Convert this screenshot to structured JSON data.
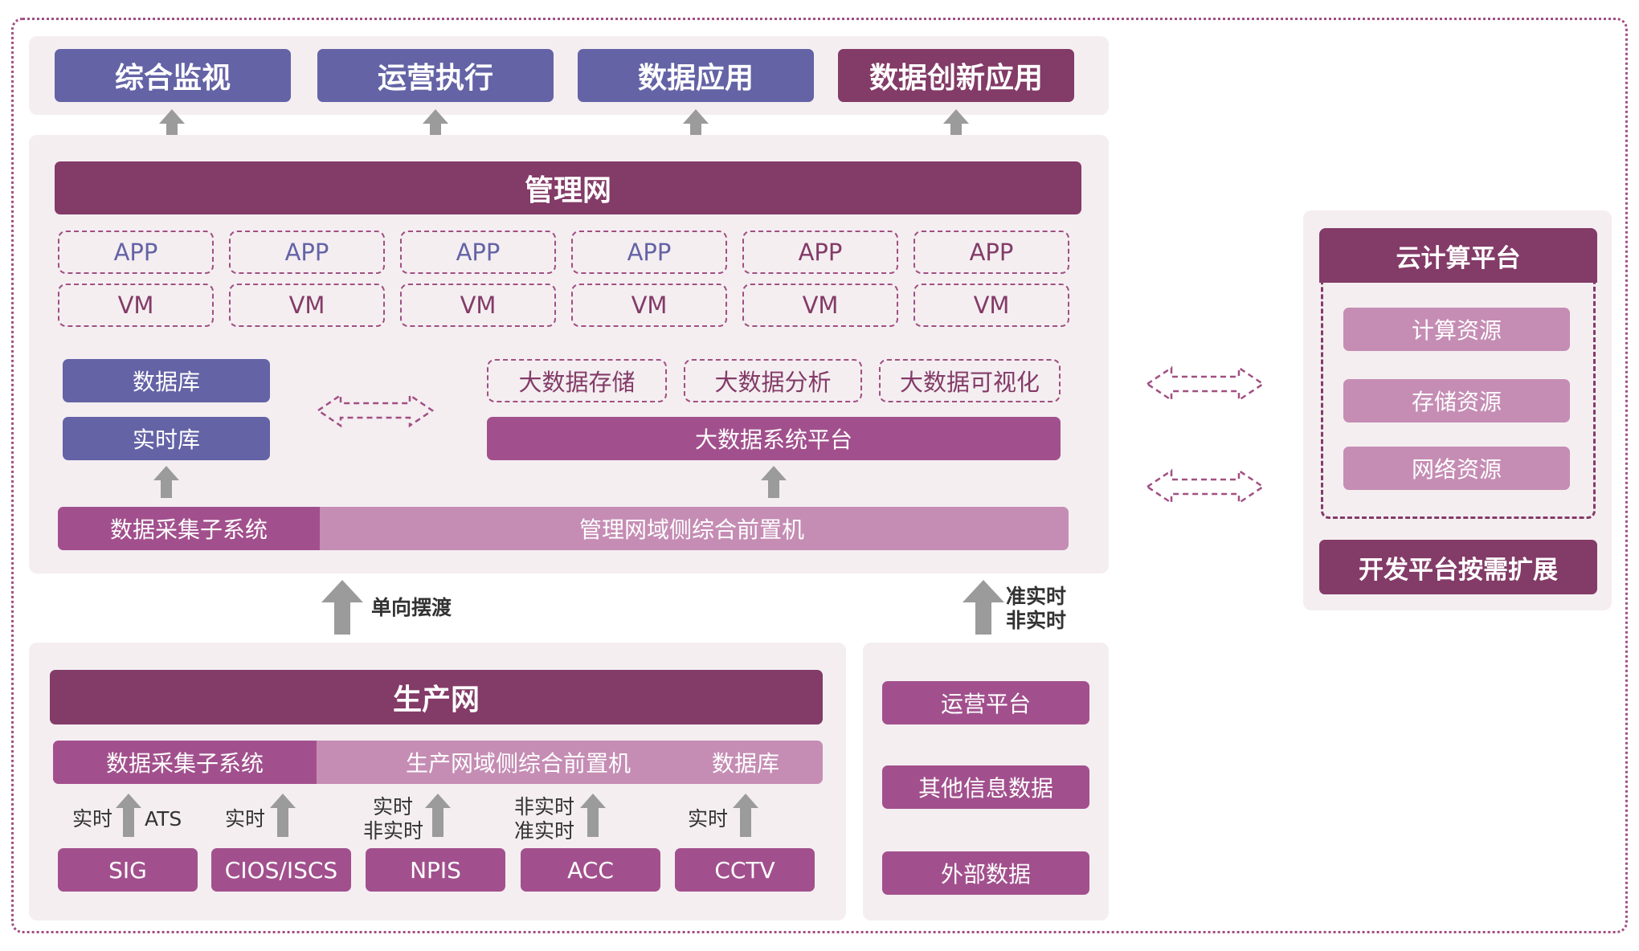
{
  "top_apps": [
    "综合监视",
    "运营执行",
    "数据应用",
    "数据创新应用"
  ],
  "mgmt": {
    "title": "管理网",
    "app_label": "APP",
    "vm_label": "VM",
    "db": "数据库",
    "rtdb": "实时库",
    "bigdata_items": [
      "大数据存储",
      "大数据分析",
      "大数据可视化"
    ],
    "bigdata_platform": "大数据系统平台",
    "collect": "数据采集子系统",
    "frontend": "管理网域侧综合前置机"
  },
  "arrows": {
    "one_way": "单向摆渡",
    "near_rt": "准实时",
    "non_rt": "非实时"
  },
  "prod": {
    "title": "生产网",
    "collect": "数据采集子系统",
    "frontend": "生产网域侧综合前置机",
    "db": "数据库",
    "labels": {
      "rt": "实时",
      "ats": "ATS",
      "nrt": "非实时",
      "qrt": "准实时"
    },
    "systems": [
      "SIG",
      "CIOS/ISCS",
      "NPIS",
      "ACC",
      "CCTV"
    ]
  },
  "ext": [
    "运营平台",
    "其他信息数据",
    "外部数据"
  ],
  "cloud": {
    "title": "云计算平台",
    "resources": [
      "计算资源",
      "存储资源",
      "网络资源"
    ],
    "dev": "开发平台按需扩展"
  }
}
